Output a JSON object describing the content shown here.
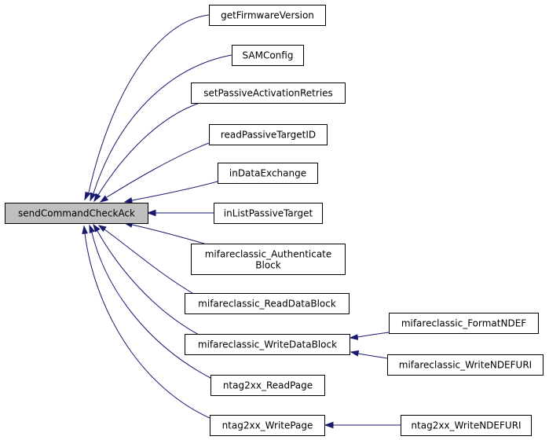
{
  "graph": {
    "root": {
      "id": "sendCommandCheckAck",
      "label": "sendCommandCheckAck"
    },
    "nodes": [
      {
        "id": "getFirmwareVersion",
        "label": "getFirmwareVersion"
      },
      {
        "id": "SAMConfig",
        "label": "SAMConfig"
      },
      {
        "id": "setPassiveActivationRetries",
        "label": "setPassiveActivationRetries"
      },
      {
        "id": "readPassiveTargetID",
        "label": "readPassiveTargetID"
      },
      {
        "id": "inDataExchange",
        "label": "inDataExchange"
      },
      {
        "id": "inListPassiveTarget",
        "label": "inListPassiveTarget"
      },
      {
        "id": "mifareclassic_AuthenticateBlock",
        "label_line1": "mifareclassic_Authenticate",
        "label_line2": "Block"
      },
      {
        "id": "mifareclassic_ReadDataBlock",
        "label": "mifareclassic_ReadDataBlock"
      },
      {
        "id": "mifareclassic_WriteDataBlock",
        "label": "mifareclassic_WriteDataBlock"
      },
      {
        "id": "ntag2xx_ReadPage",
        "label": "ntag2xx_ReadPage"
      },
      {
        "id": "ntag2xx_WritePage",
        "label": "ntag2xx_WritePage"
      },
      {
        "id": "mifareclassic_FormatNDEF",
        "label": "mifareclassic_FormatNDEF"
      },
      {
        "id": "mifareclassic_WriteNDEFURI",
        "label": "mifareclassic_WriteNDEFURI"
      },
      {
        "id": "ntag2xx_WriteNDEFURI",
        "label": "ntag2xx_WriteNDEFURI"
      }
    ],
    "edges": [
      {
        "from": "getFirmwareVersion",
        "to": "sendCommandCheckAck"
      },
      {
        "from": "SAMConfig",
        "to": "sendCommandCheckAck"
      },
      {
        "from": "setPassiveActivationRetries",
        "to": "sendCommandCheckAck"
      },
      {
        "from": "readPassiveTargetID",
        "to": "sendCommandCheckAck"
      },
      {
        "from": "inDataExchange",
        "to": "sendCommandCheckAck"
      },
      {
        "from": "inListPassiveTarget",
        "to": "sendCommandCheckAck"
      },
      {
        "from": "mifareclassic_AuthenticateBlock",
        "to": "sendCommandCheckAck"
      },
      {
        "from": "mifareclassic_ReadDataBlock",
        "to": "sendCommandCheckAck"
      },
      {
        "from": "mifareclassic_WriteDataBlock",
        "to": "sendCommandCheckAck"
      },
      {
        "from": "ntag2xx_ReadPage",
        "to": "sendCommandCheckAck"
      },
      {
        "from": "ntag2xx_WritePage",
        "to": "sendCommandCheckAck"
      },
      {
        "from": "mifareclassic_FormatNDEF",
        "to": "mifareclassic_WriteDataBlock"
      },
      {
        "from": "mifareclassic_WriteNDEFURI",
        "to": "mifareclassic_WriteDataBlock"
      },
      {
        "from": "ntag2xx_WriteNDEFURI",
        "to": "ntag2xx_WritePage"
      }
    ],
    "colors": {
      "edge": "#191970",
      "root_fill": "#bfbfbf",
      "node_fill": "#ffffff"
    }
  }
}
